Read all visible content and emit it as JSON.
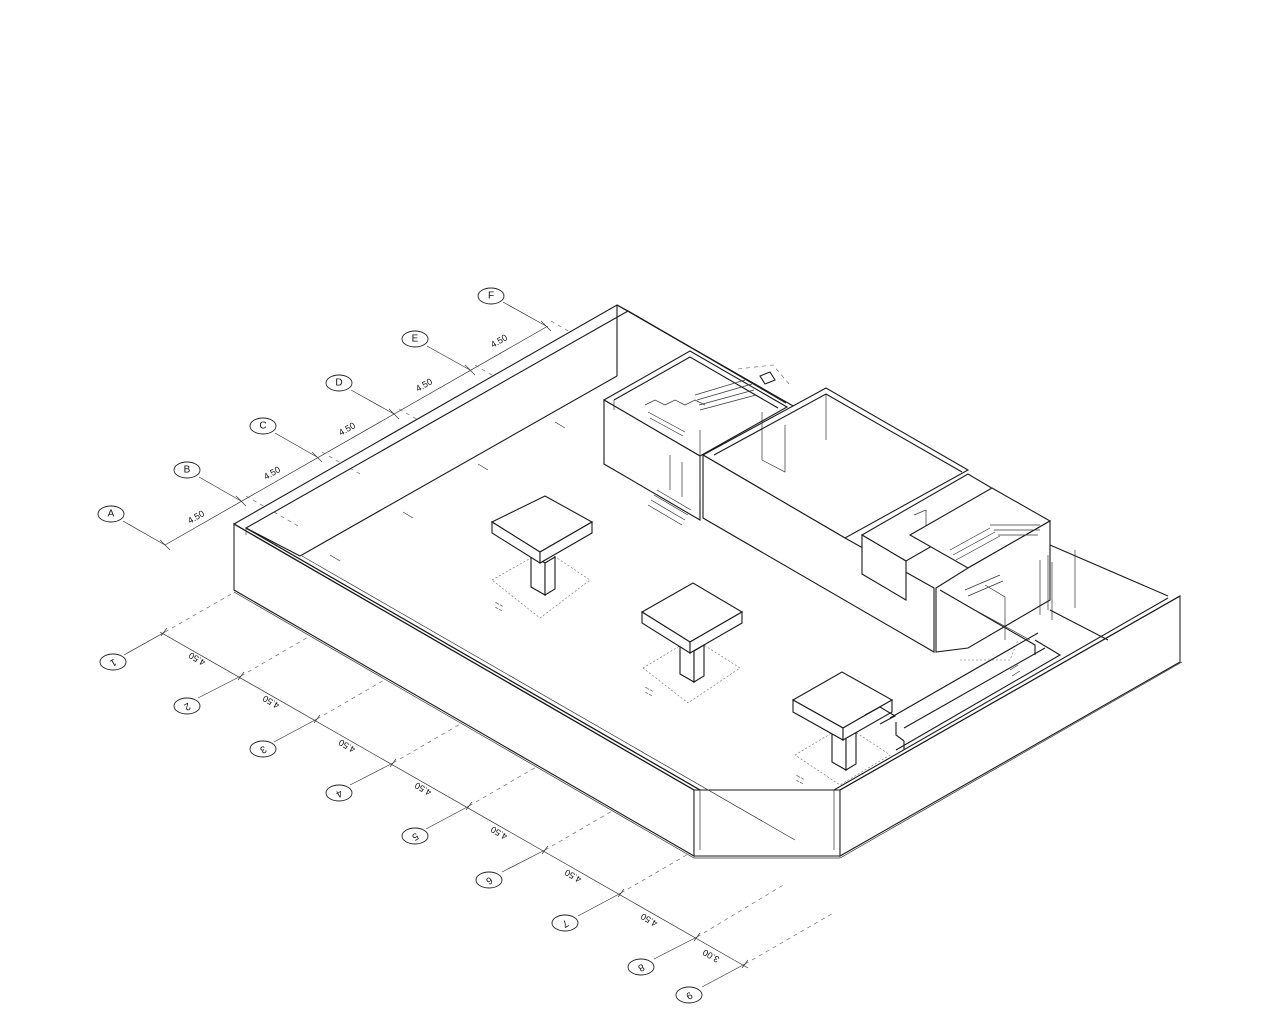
{
  "grid_letters": [
    "A",
    "B",
    "C",
    "D",
    "E",
    "F"
  ],
  "letter_spacings": [
    "4.50",
    "4.50",
    "4.50",
    "4.50",
    "4.50"
  ],
  "grid_numbers": [
    "1",
    "2",
    "3",
    "4",
    "5",
    "6",
    "7",
    "8",
    "9"
  ],
  "number_spacings": [
    "4.50",
    "4.50",
    "4.50",
    "4.50",
    "4.50",
    "4.50",
    "4.50",
    "3.00"
  ],
  "colors": {
    "line": "#1a1a1a",
    "background": "#ffffff"
  }
}
